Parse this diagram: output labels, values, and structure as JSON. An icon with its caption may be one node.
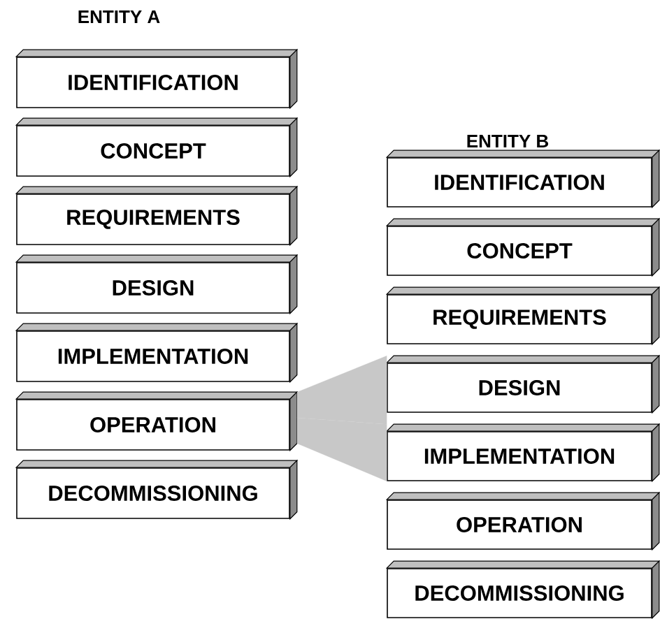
{
  "diagram": {
    "nodes": [
      {
        "text": [
          "IDENTIFICATION"
        ]
      },
      {
        "text": [
          "CONCEPT"
        ]
      },
      {
        "text": [
          "REQUIREMENTS"
        ]
      },
      {
        "text": [
          "DESIGN"
        ]
      },
      {
        "text": [
          "IMPLEMENTATION"
        ]
      },
      {
        "text": [
          "OPERATION"
        ]
      },
      {
        "text": [
          "DECOMMISSIONING"
        ]
      },
      {
        "text": [
          "IDENTIFICATION"
        ]
      },
      {
        "text": [
          "CONCEPT"
        ]
      },
      {
        "text": [
          "REQUIREMENTS"
        ]
      },
      {
        "text": [
          "DESIGN"
        ]
      },
      {
        "text": [
          "IMPLEMENTATION"
        ]
      },
      {
        "text": [
          "OPERATION"
        ]
      },
      {
        "text": [
          "DECOMMISSIONING"
        ]
      }
    ],
    "edges": [
      {
        "from": 5,
        "to": 10,
        "arrow": "none"
      },
      {
        "from": 5,
        "to": 11,
        "arrow": "none"
      }
    ],
    "labels": [
      "ENTITY A",
      "ENTITY B"
    ]
  }
}
